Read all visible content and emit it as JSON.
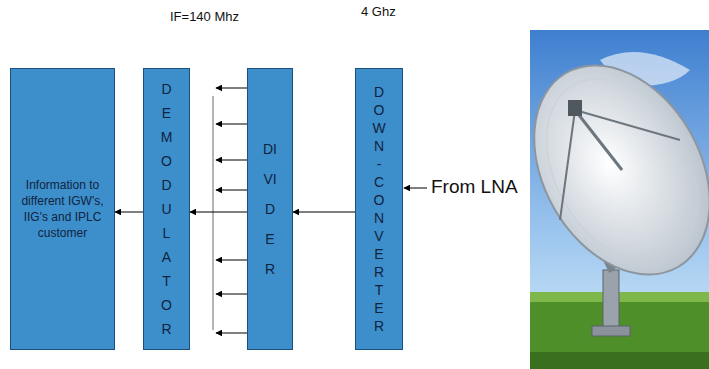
{
  "diagram": {
    "nodes": [
      {
        "text": [
          "Information to different IGW's, IIG's and IPLC customer"
        ]
      },
      {
        "text": [
          "DEMODULATOR"
        ]
      },
      {
        "text": [
          "DIVIDER"
        ]
      },
      {
        "text": [
          "DOWN-CONVERTER"
        ]
      }
    ],
    "edges": [
      {
        "from": 3,
        "to": 2,
        "arrow": "to"
      },
      {
        "from": 2,
        "to": 1,
        "arrow": "to"
      },
      {
        "from": 1,
        "to": 0,
        "arrow": "to"
      }
    ],
    "labels": [
      "IF=140 Mhz",
      "4 Ghz",
      "From LNA"
    ]
  }
}
